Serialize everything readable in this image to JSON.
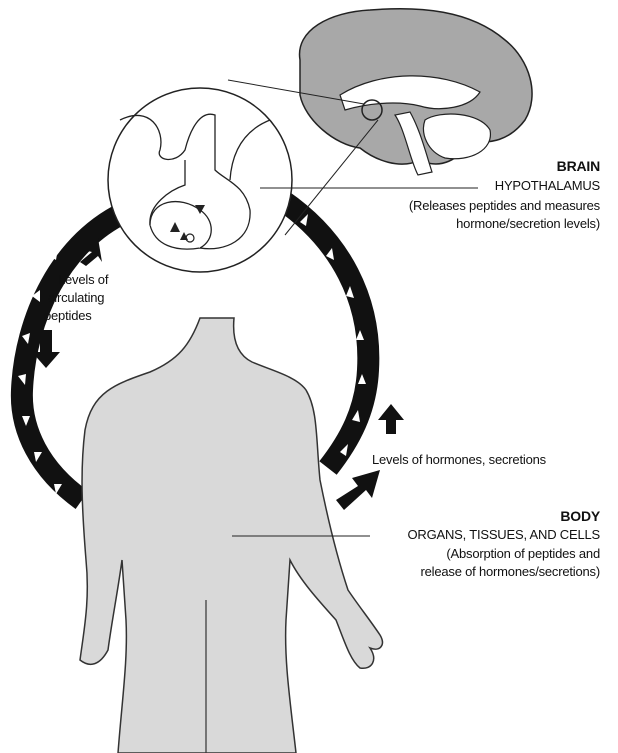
{
  "brain": {
    "title": "BRAIN",
    "region": "HYPOTHALAMUS",
    "description_line1": "(Releases peptides and measures",
    "description_line2": "hormone/secretion levels)"
  },
  "body": {
    "title": "BODY",
    "region": "ORGANS, TISSUES, AND CELLS",
    "description_line1": "(Absorption of peptides and",
    "description_line2": "release of hormones/secretions)"
  },
  "flows": {
    "peptides_line1": "Levels of",
    "peptides_line2": "circulating",
    "peptides_line3": "peptides",
    "hormones": "Levels of hormones, secretions"
  },
  "colors": {
    "brain_fill": "#a8a8a8",
    "body_fill": "#d9d9d9",
    "cycle_ring": "#111111"
  }
}
